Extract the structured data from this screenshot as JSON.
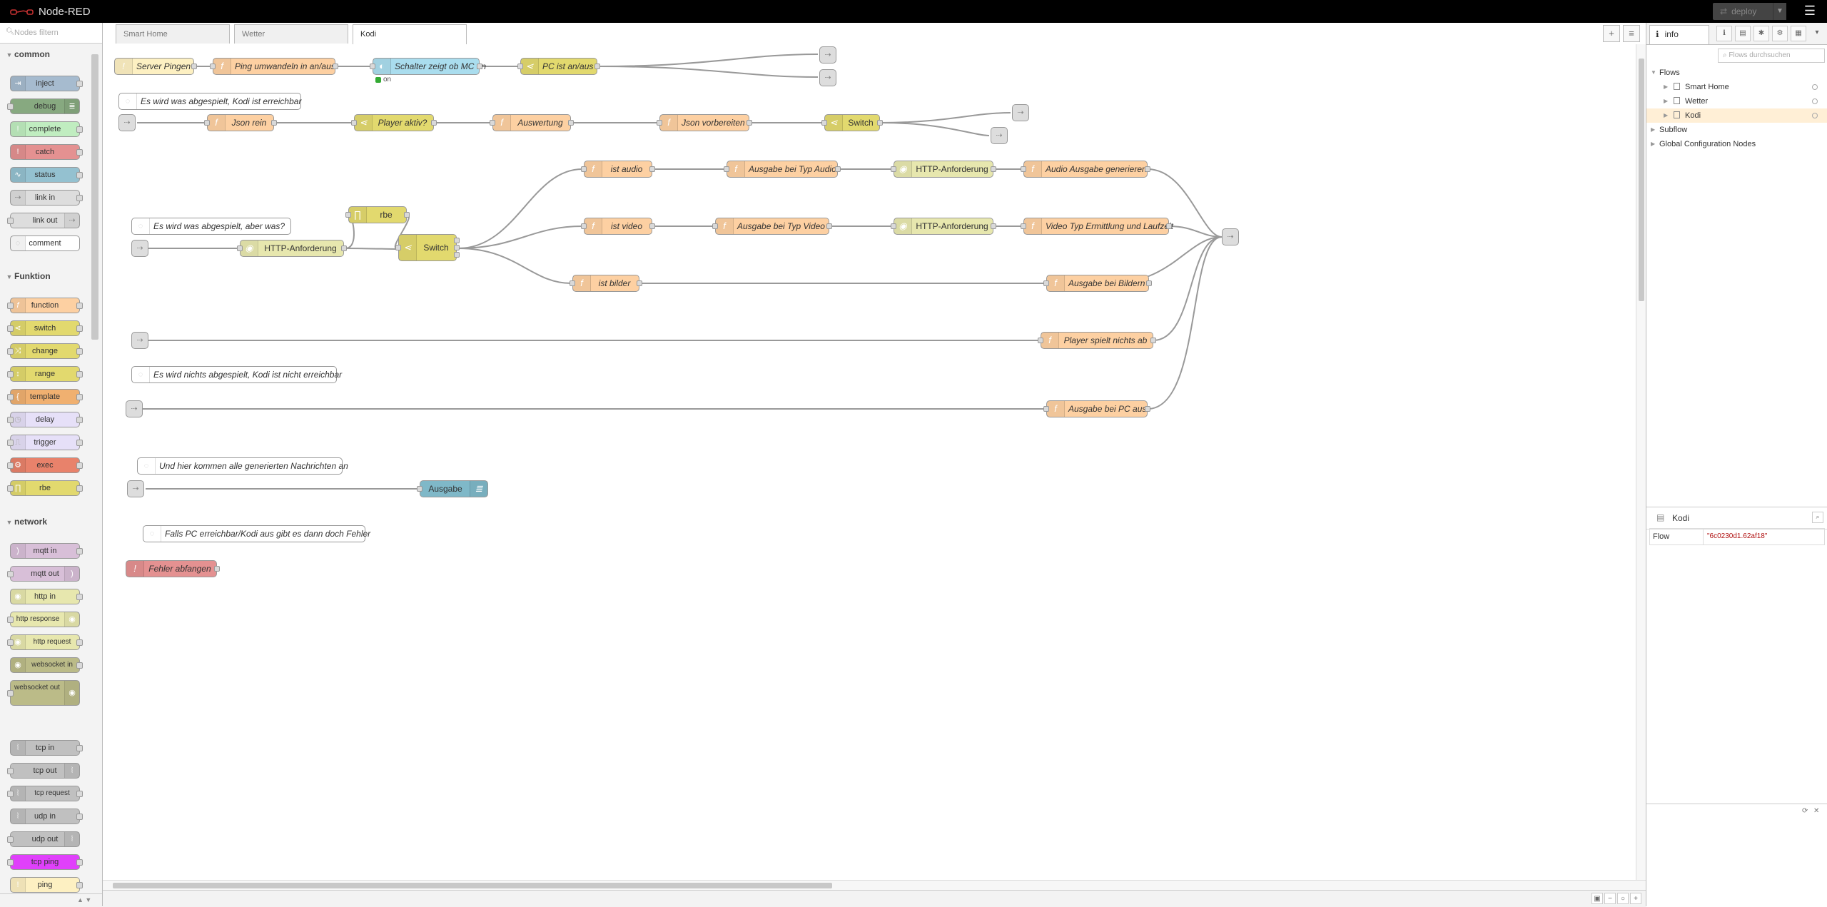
{
  "header": {
    "app_title": "Node-RED",
    "deploy_label": "deploy"
  },
  "palette": {
    "search_placeholder": "Nodes filtern",
    "categories": [
      {
        "name": "common",
        "nodes": [
          "inject",
          "debug",
          "complete",
          "catch",
          "status",
          "link in",
          "link out",
          "comment"
        ]
      },
      {
        "name": "Funktion",
        "nodes": [
          "function",
          "switch",
          "change",
          "range",
          "template",
          "delay",
          "trigger",
          "exec",
          "rbe"
        ]
      },
      {
        "name": "network",
        "nodes": [
          "mqtt in",
          "mqtt out",
          "http in",
          "http response",
          "http request",
          "websocket in",
          "websocket out",
          "tcp in",
          "tcp out",
          "tcp request",
          "udp in",
          "udp out",
          "tcp ping",
          "ping"
        ]
      }
    ]
  },
  "workspace": {
    "tabs": [
      "Smart Home",
      "Wetter",
      "Kodi"
    ],
    "active_tab": "Kodi"
  },
  "flow": {
    "nodes": {
      "server_pingen": "Server Pingen",
      "ping_umwandeln": "Ping umwandeln in an/aus",
      "schalter_zeigt": "Schalter zeigt ob MC an",
      "pc_ist_anaus": "PC ist an/aus",
      "status_on": "on",
      "comment1": "Es wird was abgespielt, Kodi ist erreichbar",
      "json_rein": "Json rein",
      "player_aktiv": "Player aktiv?",
      "auswertung": "Auswertung",
      "json_vorbereiten": "Json vorbereiten",
      "switch1": "Switch",
      "comment2": "Es wird was abgespielt, aber was?",
      "http_anf1": "HTTP-Anforderung",
      "rbe": "rbe",
      "switch2": "Switch",
      "ist_audio": "ist audio",
      "ausgabe_audio": "Ausgabe bei Typ Audio",
      "http_anf2": "HTTP-Anforderung",
      "audio_ausgabe": "Audio Ausgabe generieren",
      "ist_video": "ist video",
      "ausgabe_video": "Ausgabe bei Typ Video",
      "http_anf3": "HTTP-Anforderung",
      "video_typ": "Video Typ Ermittlung und Laufzeit",
      "ist_bilder": "ist bilder",
      "ausgabe_bildern": "Ausgabe bei Bildern",
      "player_nichts": "Player spielt nichts ab",
      "comment3": "Es wird nichts abgespielt, Kodi ist nicht erreichbar",
      "ausgabe_pc_aus": "Ausgabe bei PC aus",
      "comment4": "Und hier kommen alle generierten Nachrichten an",
      "ausgabe": "Ausgabe",
      "comment5": "Falls PC erreichbar/Kodi aus gibt es dann doch Fehler",
      "fehler": "Fehler abfangen"
    }
  },
  "sidebar": {
    "tab_label": "info",
    "search_placeholder": "Flows durchsuchen",
    "tree": {
      "flows": "Flows",
      "items": [
        "Smart Home",
        "Wetter",
        "Kodi"
      ],
      "subflow": "Subflow",
      "global": "Global Configuration Nodes"
    },
    "info_title": "Kodi",
    "info_row": {
      "key": "Flow",
      "value": "\"6c0230d1.62af18\""
    }
  },
  "colors": {
    "function": "#fdd0a2",
    "switch": "#e2d96e",
    "inject": "#a6bbcf",
    "debug": "#87a980",
    "catch": "#e49191",
    "status": "#94c1d0",
    "complete": "#c0edc0",
    "link": "#dddddd",
    "http": "#e7e7ae",
    "mqtt": "#d8bfd8",
    "tcp": "#c0c0c0",
    "ping": "#fdf0c2",
    "tcpping": "#e040fb",
    "exec": "#e8826b",
    "delay": "#e6e0f8",
    "rbe": "#e2d96e",
    "ui": "#aaddee"
  }
}
